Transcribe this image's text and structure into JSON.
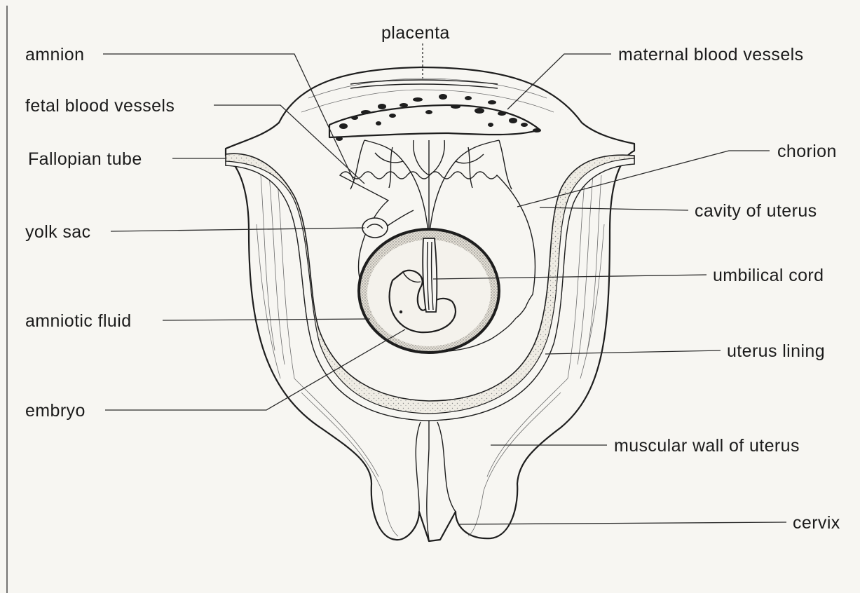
{
  "labels": {
    "placenta": "placenta",
    "amnion": "amnion",
    "fetal_blood_vessels": "fetal blood vessels",
    "fallopian_tube": "Fallopian tube",
    "yolk_sac": "yolk sac",
    "amniotic_fluid": "amniotic fluid",
    "embryo": "embryo",
    "maternal_blood_vessels": "maternal blood vessels",
    "chorion": "chorion",
    "cavity_of_uterus": "cavity of uterus",
    "umbilical_cord": "umbilical cord",
    "uterus_lining": "uterus lining",
    "muscular_wall_of_uterus": "muscular wall of uterus",
    "cervix": "cervix"
  },
  "colors": {
    "ink": "#1e1e1e",
    "paper": "#f7f6f2",
    "tissue": "#efece4",
    "stipple": "#8a8a8a"
  }
}
